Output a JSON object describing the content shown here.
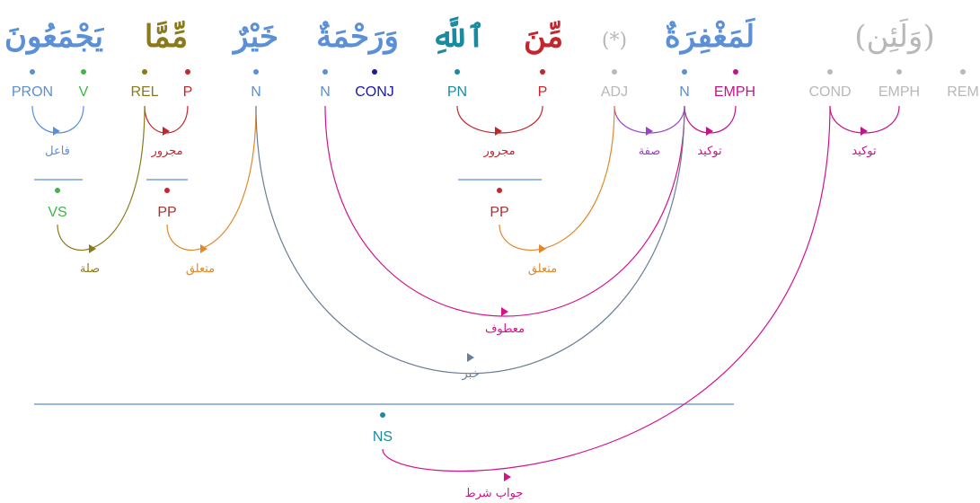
{
  "words": {
    "w1": "يَجْمَعُونَ",
    "w2": "مِّمَّا",
    "w3": "خَيْرٌ",
    "w4": "وَرَحْمَةٌ",
    "w5": "ٱللَّهِ",
    "w6": "مِّنَ",
    "w7": "(*)",
    "w8": "لَمَغْفِرَةٌ",
    "w9": "(وَلَئِن)"
  },
  "tags": {
    "pron": "PRON",
    "v": "V",
    "rel": "REL",
    "p1": "P",
    "n1": "N",
    "n2": "N",
    "conj": "CONJ",
    "pn": "PN",
    "p2": "P",
    "adj": "ADJ",
    "n3": "N",
    "emph1": "EMPH",
    "cond": "COND",
    "emph2": "EMPH",
    "rem": "REM",
    "vs": "VS",
    "pp1": "PP",
    "pp2": "PP",
    "ns": "NS"
  },
  "relations": {
    "fail": "فاعل",
    "majrur1": "مجرور",
    "majrur2": "مجرور",
    "sifa": "صفة",
    "tawkid1": "توكيد",
    "tawkid2": "توكيد",
    "sila": "صلة",
    "mutaallaq1": "متعلق",
    "mutaallaq2": "متعلق",
    "matuf": "معطوف",
    "khabar": "خبر",
    "jawab": "جواب شرط"
  },
  "colors": {
    "pron": "#5b8fd6",
    "verb": "#44b449",
    "rel": "#8a7a1a",
    "prep": "#c4262e",
    "noun": "#5b8fd6",
    "conj": "#1a1aa0",
    "pn": "#1a8aa0",
    "adj": "#b0b0b0",
    "emph": "#c4128c",
    "vs": "#44b449",
    "pp": "#a83232",
    "ns": "#1a8aa0",
    "sila": "#8a7a1a",
    "mutaallaq": "#e0892a",
    "matuf": "#d4128c",
    "khabar": "#6a7e96",
    "sifa": "#9a42c8",
    "fail": "#5b8fd6",
    "grey": "#b8b8b8"
  }
}
